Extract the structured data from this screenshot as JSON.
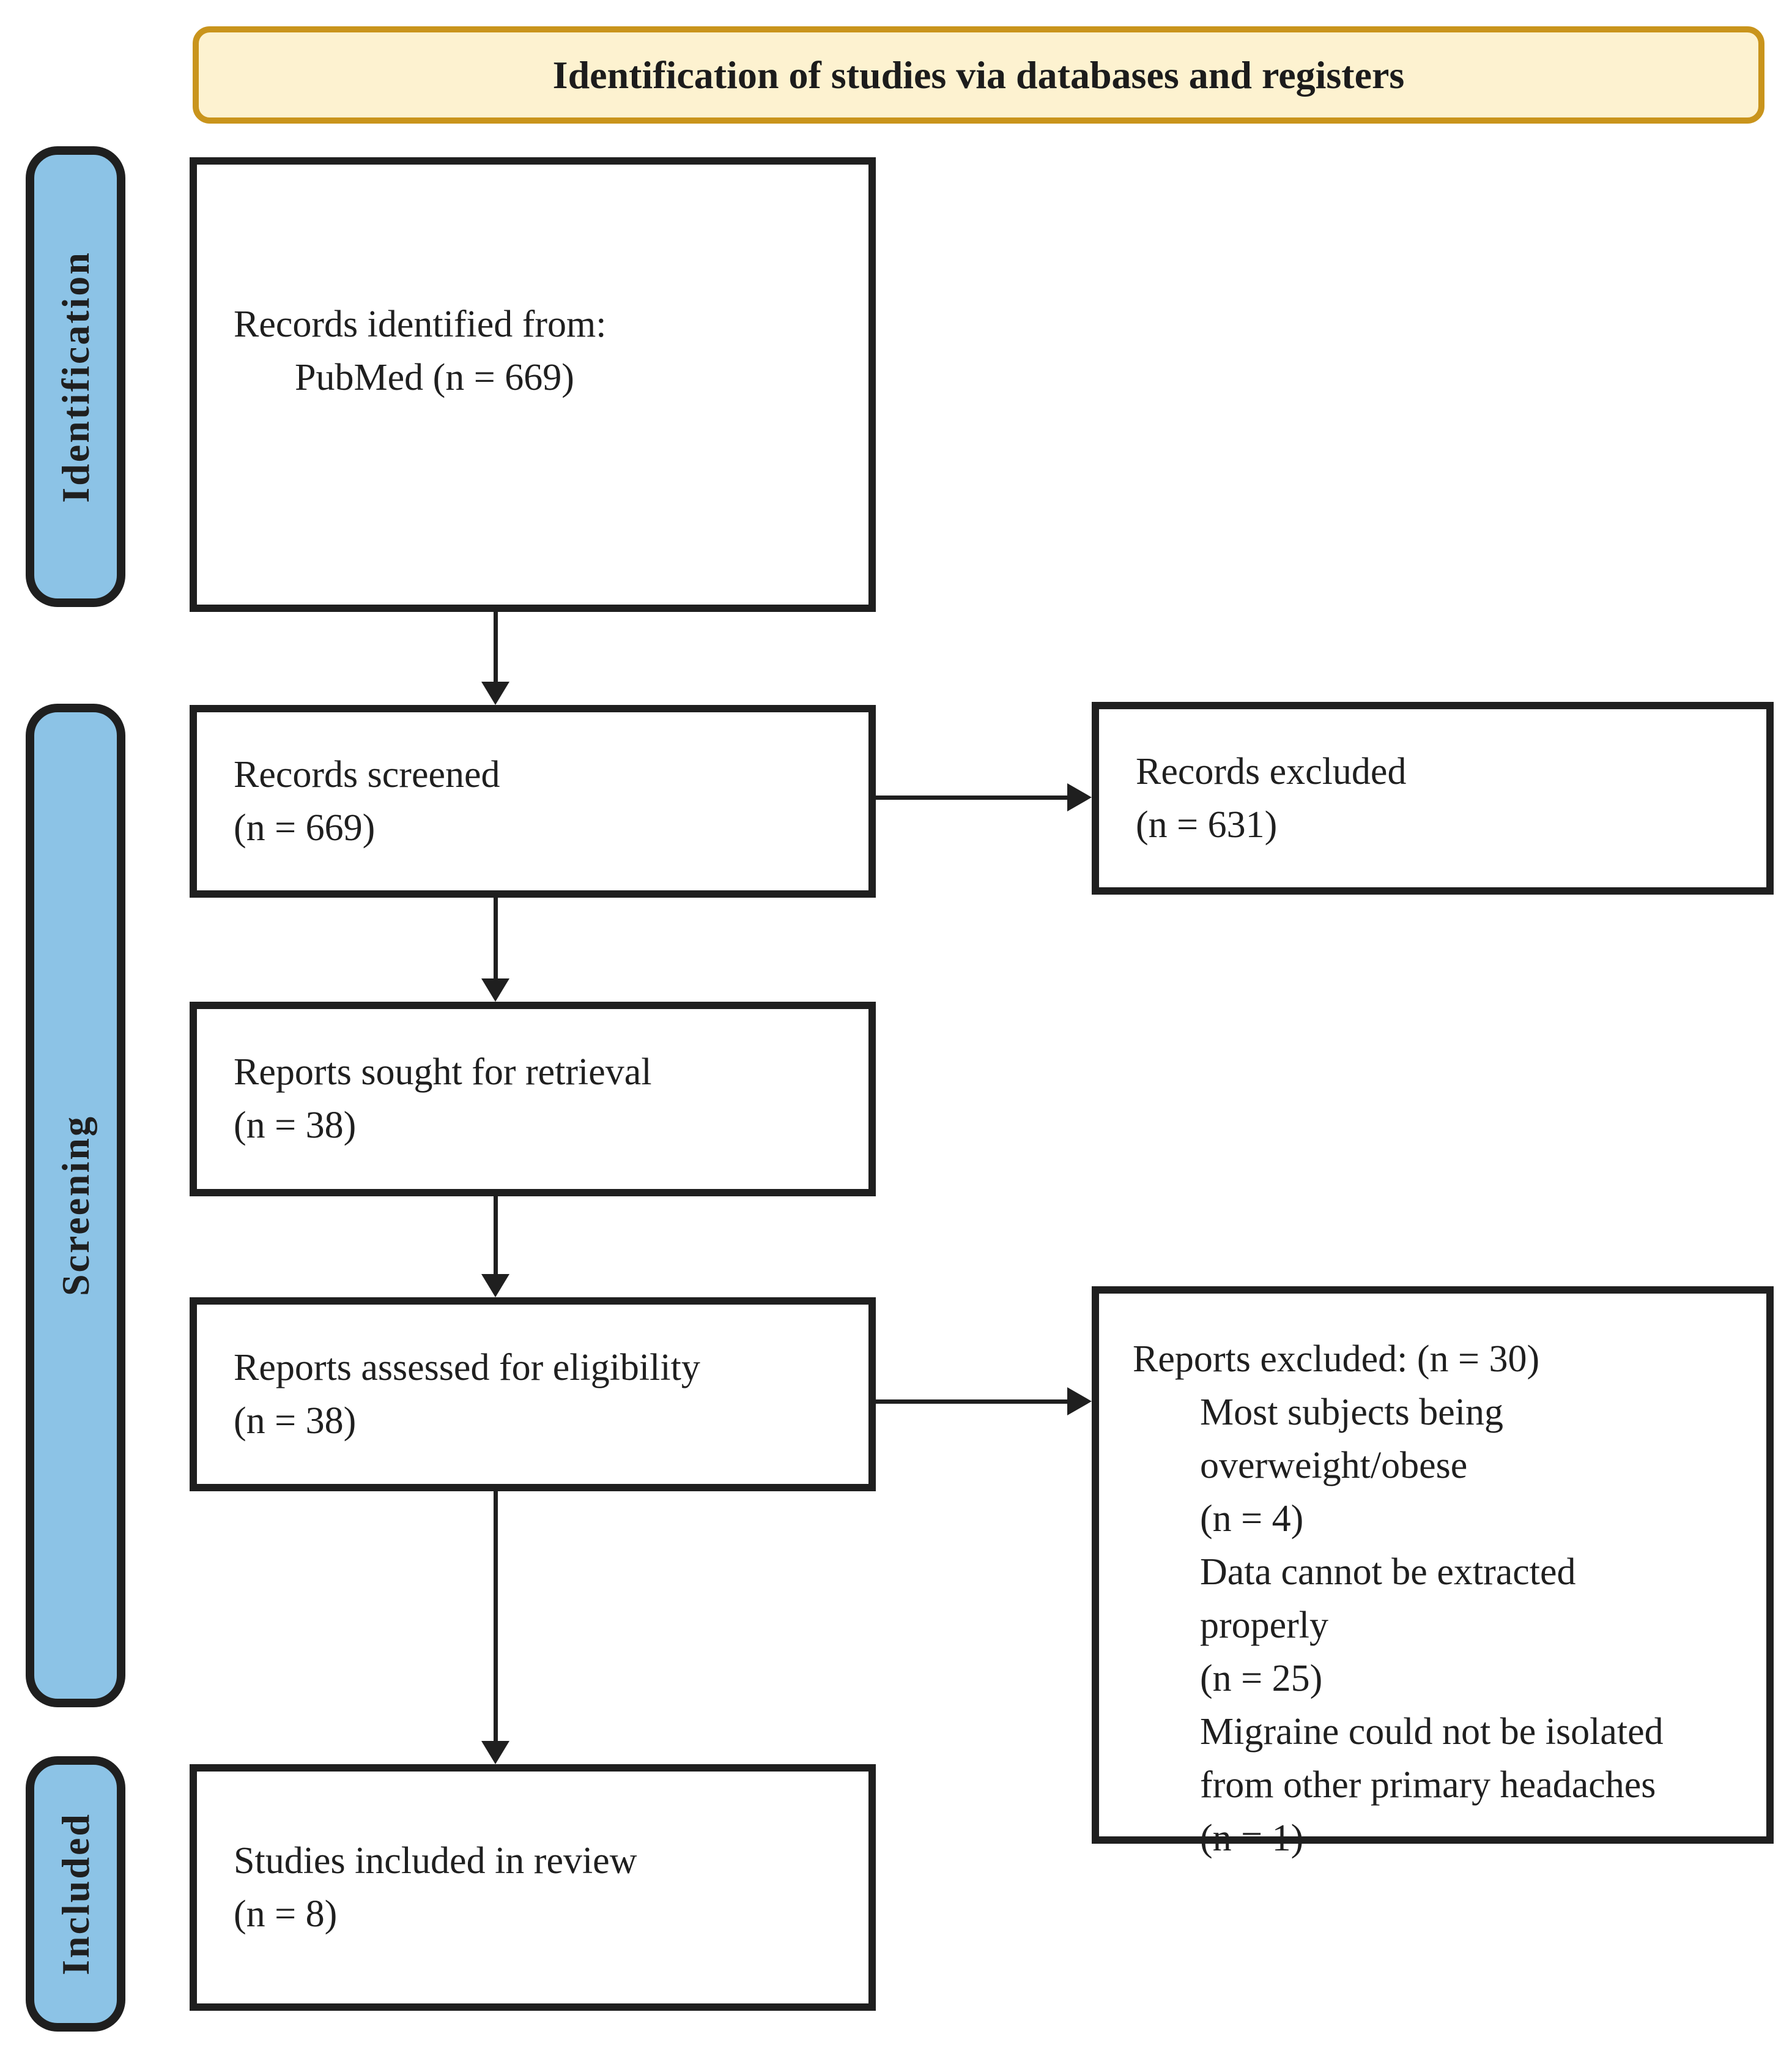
{
  "banner": {
    "label": "Identification of studies via databases and registers"
  },
  "stage_labels": {
    "identification": "Identification",
    "screening": "Screening",
    "included": "Included"
  },
  "flow": {
    "records_identified": {
      "line1": "Records identified from:",
      "line2": "PubMed (n = 669)"
    },
    "records_screened": {
      "line1": "Records screened",
      "line2": "(n = 669)"
    },
    "reports_sought": {
      "line1": "Reports sought for retrieval",
      "line2": "(n = 38)"
    },
    "reports_assessed": {
      "line1": "Reports assessed for eligibility",
      "line2": "(n = 38)"
    },
    "studies_included": {
      "line1": "Studies included in review",
      "line2": "(n = 8)"
    }
  },
  "exclusions": {
    "records_excluded": {
      "line1": "Records excluded",
      "line2": "(n = 631)"
    },
    "reports_excluded": {
      "header": "Reports excluded: (n = 30)",
      "reasons": [
        "Most subjects being",
        "overweight/obese",
        "(n = 4)",
        "Data cannot be extracted",
        "properly",
        "(n = 25)",
        "Migraine could not be isolated",
        "from other primary headaches",
        "(n = 1)"
      ]
    }
  },
  "colors": {
    "banner_fill": "#fdf2d0",
    "banner_border": "#c9941c",
    "stage_fill": "#8cc3e6",
    "outline": "#1f1f1f",
    "background": "#ffffff"
  }
}
